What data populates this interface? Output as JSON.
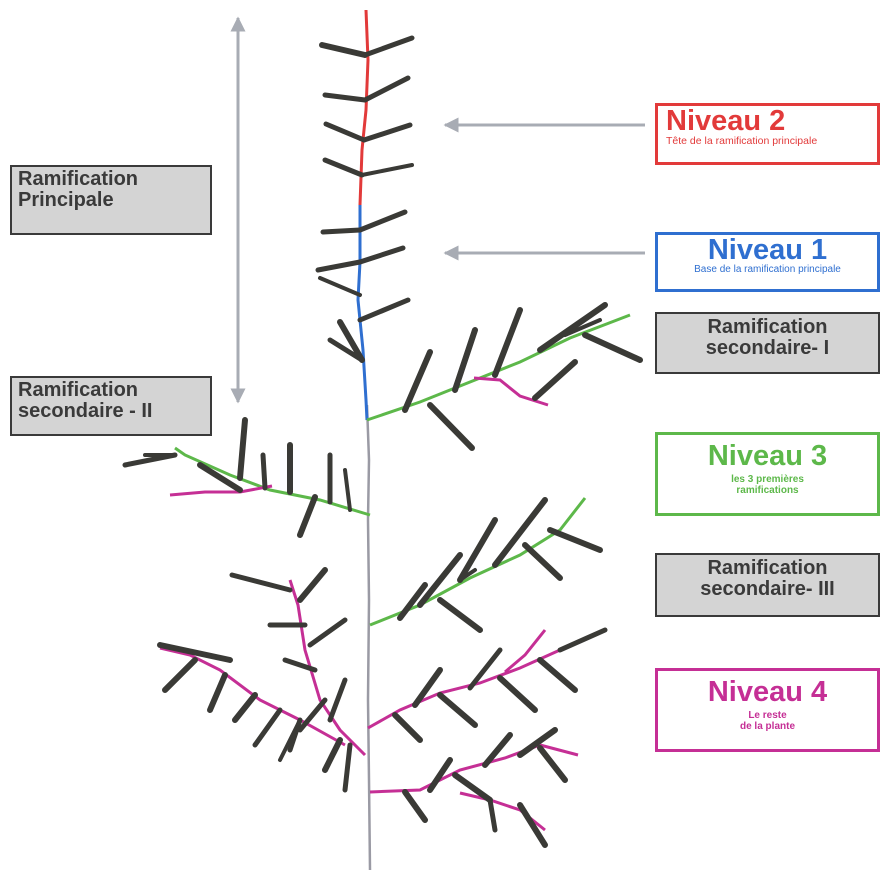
{
  "colors": {
    "main_stem": "#9a9aa4",
    "level1": "#2f6fd0",
    "level2": "#e23a3a",
    "level3": "#5db84a",
    "level4": "#c52f95",
    "leaf": "#3a3a36",
    "arrow": "#a8acb4",
    "grey_box": "#d4d4d4"
  },
  "left_labels": {
    "principale": [
      "Ramification",
      "Principale"
    ],
    "secondaire_2": [
      "Ramification",
      "secondaire - II"
    ]
  },
  "right_labels": {
    "niveau2": {
      "title": "Niveau 2",
      "subtitle": "Tête de la ramification principale"
    },
    "niveau1": {
      "title": "Niveau  1",
      "subtitle": "Base de la ramification principale"
    },
    "secondaire_1": [
      "Ramification",
      "secondaire- I"
    ],
    "niveau3": {
      "title": "Niveau 3",
      "subtitle": [
        "les 3 premières",
        "ramifications"
      ]
    },
    "secondaire_3": [
      "Ramification",
      "secondaire- III"
    ],
    "niveau4": {
      "title": "Niveau 4",
      "subtitle": [
        "Le reste",
        "de la plante"
      ]
    }
  }
}
